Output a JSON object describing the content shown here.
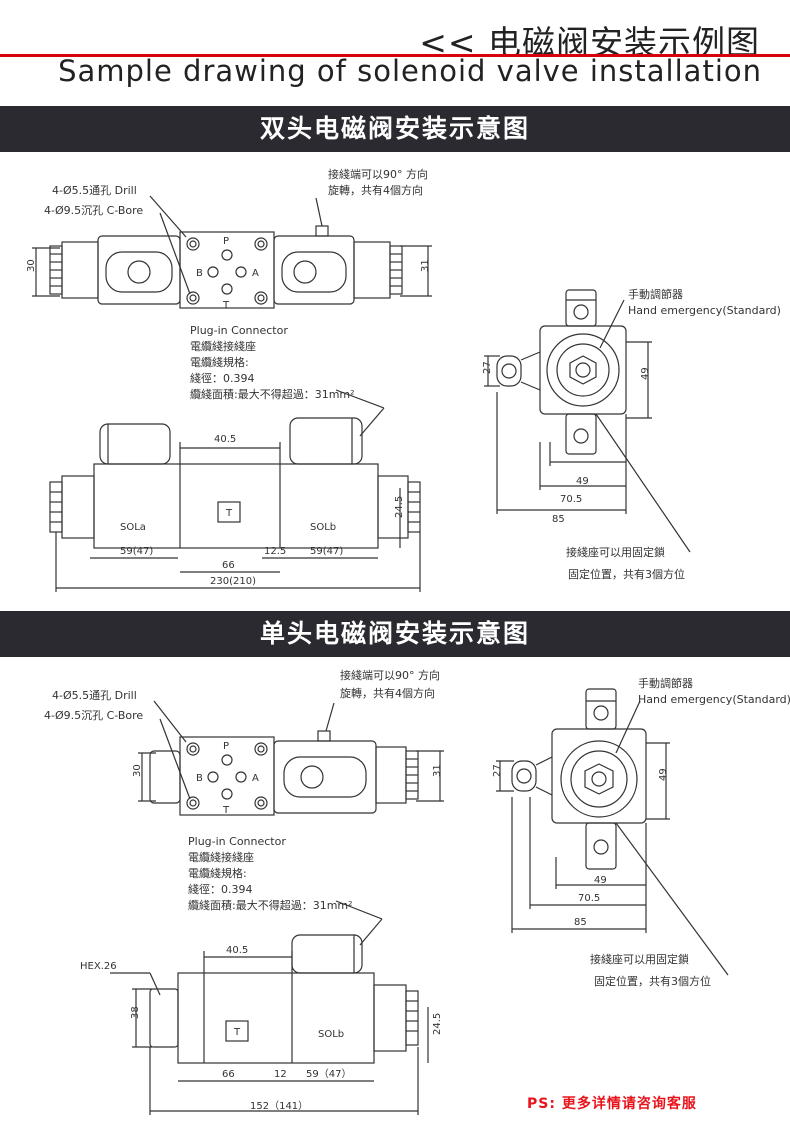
{
  "header": {
    "title_cn": "<< 电磁阀安装示例图",
    "title_en": "Sample drawing of solenoid valve installation",
    "accent_color": "#d9000d",
    "band_color": "#2a2a30"
  },
  "sections": [
    {
      "title": "双头电磁阀安装示意图",
      "drill_label": "4-Ø5.5通孔  Drill",
      "bore_label": "4-Ø9.5沉孔  C-Bore",
      "rotate_line1": "接綫端可以90°  方向",
      "rotate_line2": "旋轉，共有4個方向",
      "port_p": "P",
      "port_b": "B",
      "port_a": "A",
      "port_t": "T",
      "dim_left_h": "30",
      "dim_right_h": "31",
      "plug_line1": "Plug-in Connector",
      "plug_line2": "電纜綫接綫座",
      "plug_line3": "電纜綫規格:",
      "plug_line4": "綫徑：0.394",
      "plug_line5": "纜綫面積:最大不得超過：31mm²",
      "manual_cn": "手動調節器",
      "manual_en": "Hand emergency(Standard)",
      "dim_27": "27",
      "dim_49v": "49",
      "dim_49h": "49",
      "dim_705": "70.5",
      "dim_85": "85",
      "lock_line1": "接綫座可以用固定鎖",
      "lock_line2": "固定位置，共有3個方位",
      "dim_405": "40.5",
      "dim_245": "24.5",
      "sol_a": "SOLa",
      "sol_b": "SOLb",
      "t_mark": "T",
      "dim_59_left": "59(47)",
      "dim_125": "12.5",
      "dim_59_right": "59(47)",
      "dim_66": "66",
      "dim_total": "230(210)"
    },
    {
      "title": "单头电磁阀安装示意图",
      "drill_label": "4-Ø5.5通孔  Drill",
      "bore_label": "4-Ø9.5沉孔  C-Bore",
      "rotate_line1": "接綫端可以90°  方向",
      "rotate_line2": "旋轉，共有4個方向",
      "port_p": "P",
      "port_b": "B",
      "port_a": "A",
      "port_t": "T",
      "dim_left_h": "30",
      "dim_right_h": "31",
      "plug_line1": "Plug-in Connector",
      "plug_line2": "電纜綫接綫座",
      "plug_line3": "電纜綫規格:",
      "plug_line4": "綫徑：0.394",
      "plug_line5": "纜綫面積:最大不得超過：31mm²",
      "manual_cn": "手動調節器",
      "manual_en": "Hand emergency(Standard)",
      "dim_27": "27",
      "dim_49v": "49",
      "dim_49h": "49",
      "dim_705": "70.5",
      "dim_85": "85",
      "lock_line1": "接綫座可以用固定鎖",
      "lock_line2": "固定位置，共有3個方位",
      "hex": "HEX.26",
      "dim_405": "40.5",
      "dim_38": "38",
      "dim_245": "24.5",
      "sol_b": "SOLb",
      "t_mark": "T",
      "dim_66": "66",
      "dim_12": "12",
      "dim_59": "59（47）",
      "dim_total": "152（141）"
    }
  ],
  "footer": {
    "ps": "PS: 更多详情请咨询客服",
    "ps_color": "#e8141c"
  }
}
